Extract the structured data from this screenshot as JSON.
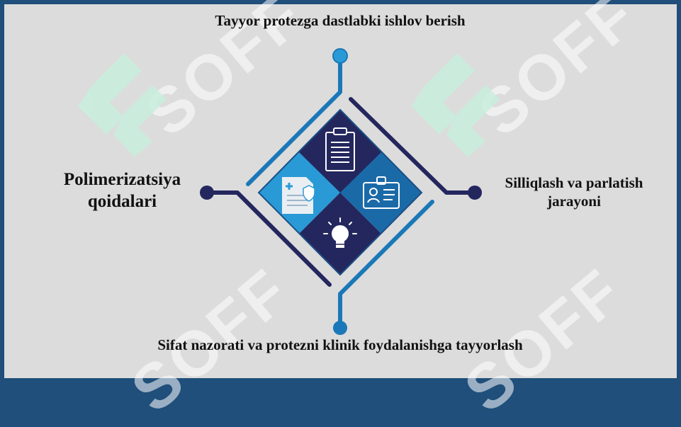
{
  "steps": {
    "top": "Tayyor protezga dastlabki ishlov berish",
    "left": "Polimerizatsiya qoidalari",
    "right": "Silliqlash va parlatish jarayoni",
    "bottom": "Sifat nazorati va protezni klinik foydalanishga tayyorlash"
  },
  "watermark": "SOFF",
  "icons": [
    "clipboard-icon",
    "medical-document-icon",
    "id-card-icon",
    "lightbulb-icon"
  ],
  "colors": {
    "background": "#dcdcdc",
    "frame": "#1f4f7a",
    "navy": "#24275e",
    "blue": "#1b78b8",
    "light_blue": "#2a9ad6",
    "watermark_green": "#c9eedd"
  }
}
